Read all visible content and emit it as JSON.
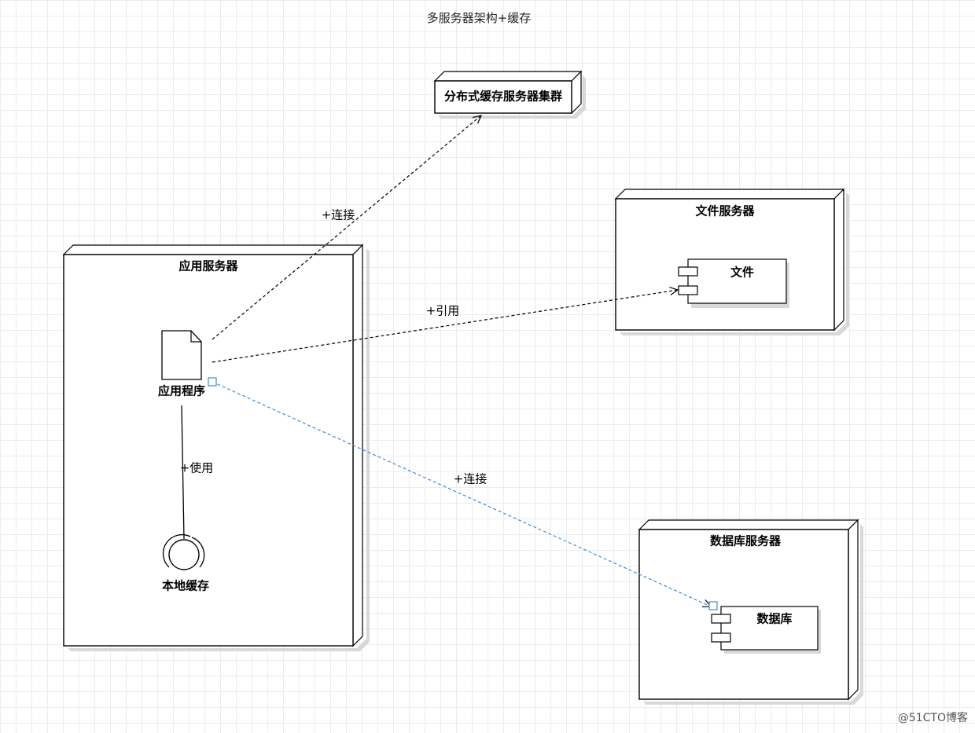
{
  "diagram": {
    "title": "多服务器架构+缓存",
    "nodes": {
      "cache_cluster": {
        "label": "分布式缓存服务器集群"
      },
      "file_server": {
        "label": "文件服务器",
        "component": "文件"
      },
      "app_server": {
        "label": "应用服务器",
        "artifact": "应用程序",
        "interface": "本地缓存"
      },
      "db_server": {
        "label": "数据库服务器",
        "component": "数据库"
      }
    },
    "edges": {
      "to_cache": "+连接",
      "to_file": "+引用",
      "to_db": "+连接",
      "uses_cache": "+使用"
    }
  },
  "watermark": "@51CTO博客",
  "colors": {
    "selected_edge": "#3f8ad6",
    "grid": "#ececec"
  }
}
